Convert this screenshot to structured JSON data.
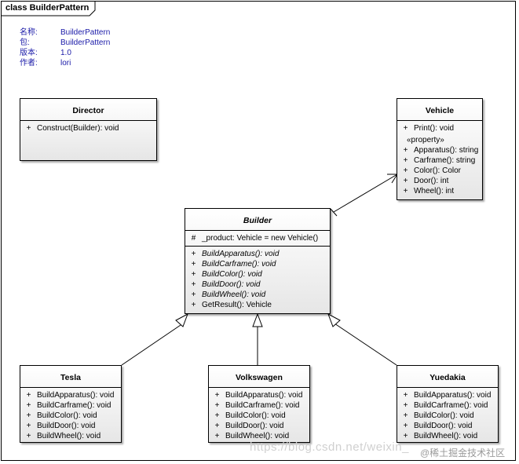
{
  "frame": {
    "label": "class BuilderPattern"
  },
  "meta": [
    {
      "key": "名称:",
      "value": "BuilderPattern"
    },
    {
      "key": "包:",
      "value": "BuilderPattern"
    },
    {
      "key": "版本:",
      "value": "1.0"
    },
    {
      "key": "作者:",
      "value": "lori"
    }
  ],
  "classes": {
    "director": {
      "name": "Director",
      "operations": [
        {
          "vis": "+",
          "text": "Construct(Builder): void"
        }
      ]
    },
    "vehicle": {
      "name": "Vehicle",
      "operations": [
        {
          "vis": "+",
          "text": "Print(): void"
        }
      ],
      "stereotype": "«property»",
      "properties": [
        {
          "vis": "+",
          "text": "Apparatus(): string"
        },
        {
          "vis": "+",
          "text": "Carframe(): string"
        },
        {
          "vis": "+",
          "text": "Color(): Color"
        },
        {
          "vis": "+",
          "text": "Door(): int"
        },
        {
          "vis": "+",
          "text": "Wheel(): int"
        }
      ]
    },
    "builder": {
      "name": "Builder",
      "attributes": [
        {
          "vis": "#",
          "text": "_product: Vehicle = new Vehicle()"
        }
      ],
      "operations": [
        {
          "vis": "+",
          "text": "BuildApparatus(): void",
          "abstract": true
        },
        {
          "vis": "+",
          "text": "BuildCarframe(): void",
          "abstract": true
        },
        {
          "vis": "+",
          "text": "BuildColor(): void",
          "abstract": true
        },
        {
          "vis": "+",
          "text": "BuildDoor(): void",
          "abstract": true
        },
        {
          "vis": "+",
          "text": "BuildWheel(): void",
          "abstract": true
        },
        {
          "vis": "+",
          "text": "GetResult(): Vehicle",
          "abstract": false
        }
      ]
    },
    "tesla": {
      "name": "Tesla",
      "operations": [
        {
          "vis": "+",
          "text": "BuildApparatus(): void"
        },
        {
          "vis": "+",
          "text": "BuildCarframe(): void"
        },
        {
          "vis": "+",
          "text": "BuildColor(): void"
        },
        {
          "vis": "+",
          "text": "BuildDoor(): void"
        },
        {
          "vis": "+",
          "text": "BuildWheel(): void"
        }
      ]
    },
    "volkswagen": {
      "name": "Volkswagen",
      "operations": [
        {
          "vis": "+",
          "text": "BuildApparatus(): void"
        },
        {
          "vis": "+",
          "text": "BuildCarframe(): void"
        },
        {
          "vis": "+",
          "text": "BuildColor(): void"
        },
        {
          "vis": "+",
          "text": "BuildDoor(): void"
        },
        {
          "vis": "+",
          "text": "BuildWheel(): void"
        }
      ]
    },
    "yuedakia": {
      "name": "Yuedakia",
      "operations": [
        {
          "vis": "+",
          "text": "BuildApparatus(): void"
        },
        {
          "vis": "+",
          "text": "BuildCarframe(): void"
        },
        {
          "vis": "+",
          "text": "BuildColor(): void"
        },
        {
          "vis": "+",
          "text": "BuildDoor(): void"
        },
        {
          "vis": "+",
          "text": "BuildWheel(): void"
        }
      ]
    }
  },
  "watermark": {
    "url": "https://blog.csdn.net/weixin_",
    "credit": "@稀土掘金技术社区"
  }
}
